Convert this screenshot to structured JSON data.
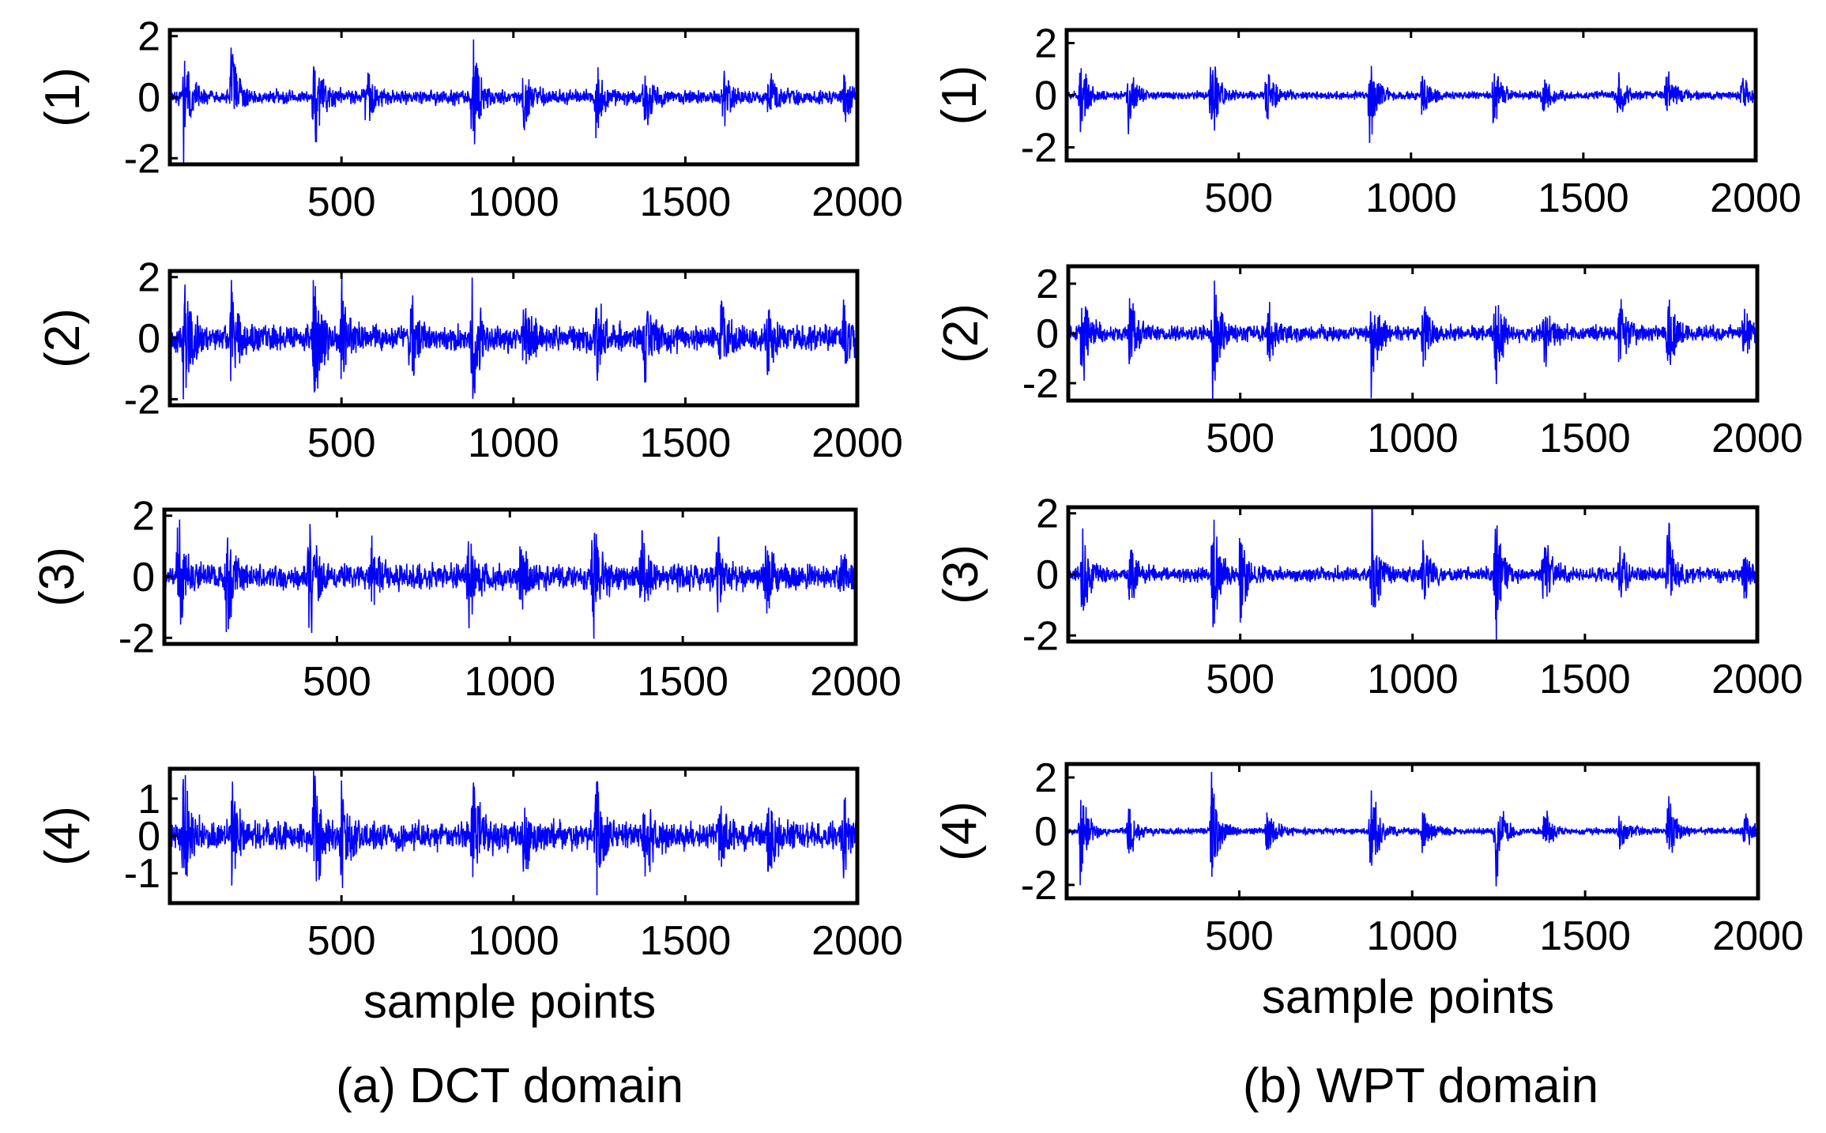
{
  "chart_data": [
    {
      "id": "a1",
      "type": "line",
      "ylabel": "(1)",
      "xlim": [
        1,
        2000
      ],
      "ylim": [
        -2.2,
        2.2
      ],
      "xticks": [
        500,
        1000,
        1500,
        2000
      ],
      "yticks": [
        {
          "v": 2,
          "label": "2"
        },
        {
          "v": 0,
          "label": "0"
        },
        {
          "v": -2,
          "label": "-2"
        }
      ],
      "series": [
        {
          "color": "#0000ff",
          "seed": 11,
          "bursts": [
            [
              40,
              2.2
            ],
            [
              180,
              1.8
            ],
            [
              420,
              2.4
            ],
            [
              570,
              1.1
            ],
            [
              880,
              2.0
            ],
            [
              1030,
              1.0
            ],
            [
              1240,
              1.3
            ],
            [
              1380,
              1.5
            ],
            [
              1610,
              1.1
            ],
            [
              1740,
              1.2
            ],
            [
              1960,
              0.9
            ]
          ],
          "noise": 0.22
        }
      ]
    },
    {
      "id": "a2",
      "type": "line",
      "ylabel": "(2)",
      "xlim": [
        1,
        2000
      ],
      "ylim": [
        -2.2,
        2.2
      ],
      "xticks": [
        500,
        1000,
        1500,
        2000
      ],
      "yticks": [
        {
          "v": 2,
          "label": "2"
        },
        {
          "v": 0,
          "label": "0"
        },
        {
          "v": -2,
          "label": "-2"
        }
      ],
      "series": [
        {
          "color": "#0000ff",
          "seed": 23,
          "bursts": [
            [
              40,
              2.2
            ],
            [
              180,
              2.0
            ],
            [
              420,
              2.3
            ],
            [
              500,
              1.9
            ],
            [
              700,
              1.4
            ],
            [
              880,
              2.4
            ],
            [
              1030,
              1.2
            ],
            [
              1240,
              1.6
            ],
            [
              1380,
              1.8
            ],
            [
              1600,
              1.3
            ],
            [
              1740,
              1.1
            ],
            [
              1960,
              0.9
            ]
          ],
          "noise": 0.4
        }
      ]
    },
    {
      "id": "a3",
      "type": "line",
      "ylabel": "(3)",
      "xlim": [
        1,
        2000
      ],
      "ylim": [
        -2.2,
        2.2
      ],
      "xticks": [
        500,
        1000,
        1500,
        2000
      ],
      "yticks": [
        {
          "v": 2,
          "label": "2"
        },
        {
          "v": 0,
          "label": "0"
        },
        {
          "v": -2,
          "label": "-2"
        }
      ],
      "series": [
        {
          "color": "#0000ff",
          "seed": 37,
          "bursts": [
            [
              40,
              2.0
            ],
            [
              180,
              2.1
            ],
            [
              420,
              2.3
            ],
            [
              600,
              1.2
            ],
            [
              880,
              1.8
            ],
            [
              1030,
              1.1
            ],
            [
              1240,
              2.2
            ],
            [
              1380,
              1.6
            ],
            [
              1600,
              1.2
            ],
            [
              1740,
              1.1
            ],
            [
              1960,
              0.8
            ]
          ],
          "noise": 0.38
        }
      ]
    },
    {
      "id": "a4",
      "type": "line",
      "ylabel": "(4)",
      "xlim": [
        1,
        2000
      ],
      "ylim": [
        -1.8,
        1.8
      ],
      "xticks": [
        500,
        1000,
        1500,
        2000
      ],
      "yticks": [
        {
          "v": 1,
          "label": "1"
        },
        {
          "v": 0,
          "label": "0"
        },
        {
          "v": -1,
          "label": "-1"
        }
      ],
      "series": [
        {
          "color": "#0000ff",
          "seed": 41,
          "bursts": [
            [
              40,
              1.8
            ],
            [
              180,
              1.3
            ],
            [
              420,
              1.8
            ],
            [
              500,
              1.2
            ],
            [
              880,
              1.8
            ],
            [
              1030,
              0.9
            ],
            [
              1240,
              1.7
            ],
            [
              1380,
              1.3
            ],
            [
              1600,
              1.0
            ],
            [
              1740,
              1.1
            ],
            [
              1960,
              0.8
            ]
          ],
          "noise": 0.35
        }
      ]
    },
    {
      "id": "b1",
      "type": "line",
      "ylabel": "(1)",
      "xlim": [
        1,
        2000
      ],
      "ylim": [
        -2.5,
        2.5
      ],
      "xticks": [
        500,
        1000,
        1500,
        2000
      ],
      "yticks": [
        {
          "v": 2,
          "label": "2"
        },
        {
          "v": 0,
          "label": "0"
        },
        {
          "v": -2,
          "label": "-2"
        }
      ],
      "series": [
        {
          "color": "#0000ff",
          "seed": 53,
          "bursts": [
            [
              40,
              1.7
            ],
            [
              180,
              1.5
            ],
            [
              420,
              2.4
            ],
            [
              580,
              1.4
            ],
            [
              880,
              2.5
            ],
            [
              1030,
              1.1
            ],
            [
              1240,
              1.3
            ],
            [
              1380,
              1.0
            ],
            [
              1600,
              1.0
            ],
            [
              1740,
              1.2
            ],
            [
              1960,
              0.8
            ]
          ],
          "noise": 0.15
        }
      ]
    },
    {
      "id": "b2",
      "type": "line",
      "ylabel": "(2)",
      "xlim": [
        1,
        2000
      ],
      "ylim": [
        -2.7,
        2.7
      ],
      "xticks": [
        500,
        1000,
        1500,
        2000
      ],
      "yticks": [
        {
          "v": 2,
          "label": "2"
        },
        {
          "v": 0,
          "label": "0"
        },
        {
          "v": -2,
          "label": "-2"
        }
      ],
      "series": [
        {
          "color": "#0000ff",
          "seed": 67,
          "bursts": [
            [
              40,
              2.4
            ],
            [
              180,
              1.6
            ],
            [
              420,
              2.6
            ],
            [
              580,
              1.5
            ],
            [
              880,
              2.5
            ],
            [
              1030,
              1.4
            ],
            [
              1240,
              2.2
            ],
            [
              1380,
              1.4
            ],
            [
              1600,
              1.6
            ],
            [
              1740,
              1.5
            ],
            [
              1960,
              1.1
            ]
          ],
          "noise": 0.3
        }
      ]
    },
    {
      "id": "b3",
      "type": "line",
      "ylabel": "(3)",
      "xlim": [
        1,
        2000
      ],
      "ylim": [
        -2.2,
        2.2
      ],
      "xticks": [
        500,
        1000,
        1500,
        2000
      ],
      "yticks": [
        {
          "v": 2,
          "label": "2"
        },
        {
          "v": 0,
          "label": "0"
        },
        {
          "v": -2,
          "label": "-2"
        }
      ],
      "series": [
        {
          "color": "#0000ff",
          "seed": 79,
          "bursts": [
            [
              40,
              2.0
            ],
            [
              180,
              1.4
            ],
            [
              420,
              2.1
            ],
            [
              500,
              1.6
            ],
            [
              880,
              2.3
            ],
            [
              1030,
              1.1
            ],
            [
              1240,
              2.3
            ],
            [
              1380,
              1.5
            ],
            [
              1600,
              1.2
            ],
            [
              1740,
              1.9
            ],
            [
              1960,
              0.8
            ]
          ],
          "noise": 0.22
        }
      ]
    },
    {
      "id": "b4",
      "type": "line",
      "ylabel": "(4)",
      "xlim": [
        1,
        2000
      ],
      "ylim": [
        -2.5,
        2.5
      ],
      "xticks": [
        500,
        1000,
        1500,
        2000
      ],
      "yticks": [
        {
          "v": 2,
          "label": "2"
        },
        {
          "v": 0,
          "label": "0"
        },
        {
          "v": -2,
          "label": "-2"
        }
      ],
      "series": [
        {
          "color": "#0000ff",
          "seed": 89,
          "bursts": [
            [
              40,
              2.5
            ],
            [
              180,
              1.4
            ],
            [
              420,
              2.3
            ],
            [
              580,
              1.3
            ],
            [
              880,
              2.4
            ],
            [
              1030,
              0.9
            ],
            [
              1240,
              2.3
            ],
            [
              1380,
              1.2
            ],
            [
              1600,
              0.9
            ],
            [
              1740,
              1.4
            ],
            [
              1960,
              0.8
            ]
          ],
          "noise": 0.12
        }
      ]
    }
  ],
  "xlabel_a": "sample points",
  "xlabel_b": "sample points",
  "caption_a": "(a) DCT domain",
  "caption_b": "(b) WPT domain",
  "colors": {
    "line": "#0000ff",
    "axes": "#000000"
  }
}
